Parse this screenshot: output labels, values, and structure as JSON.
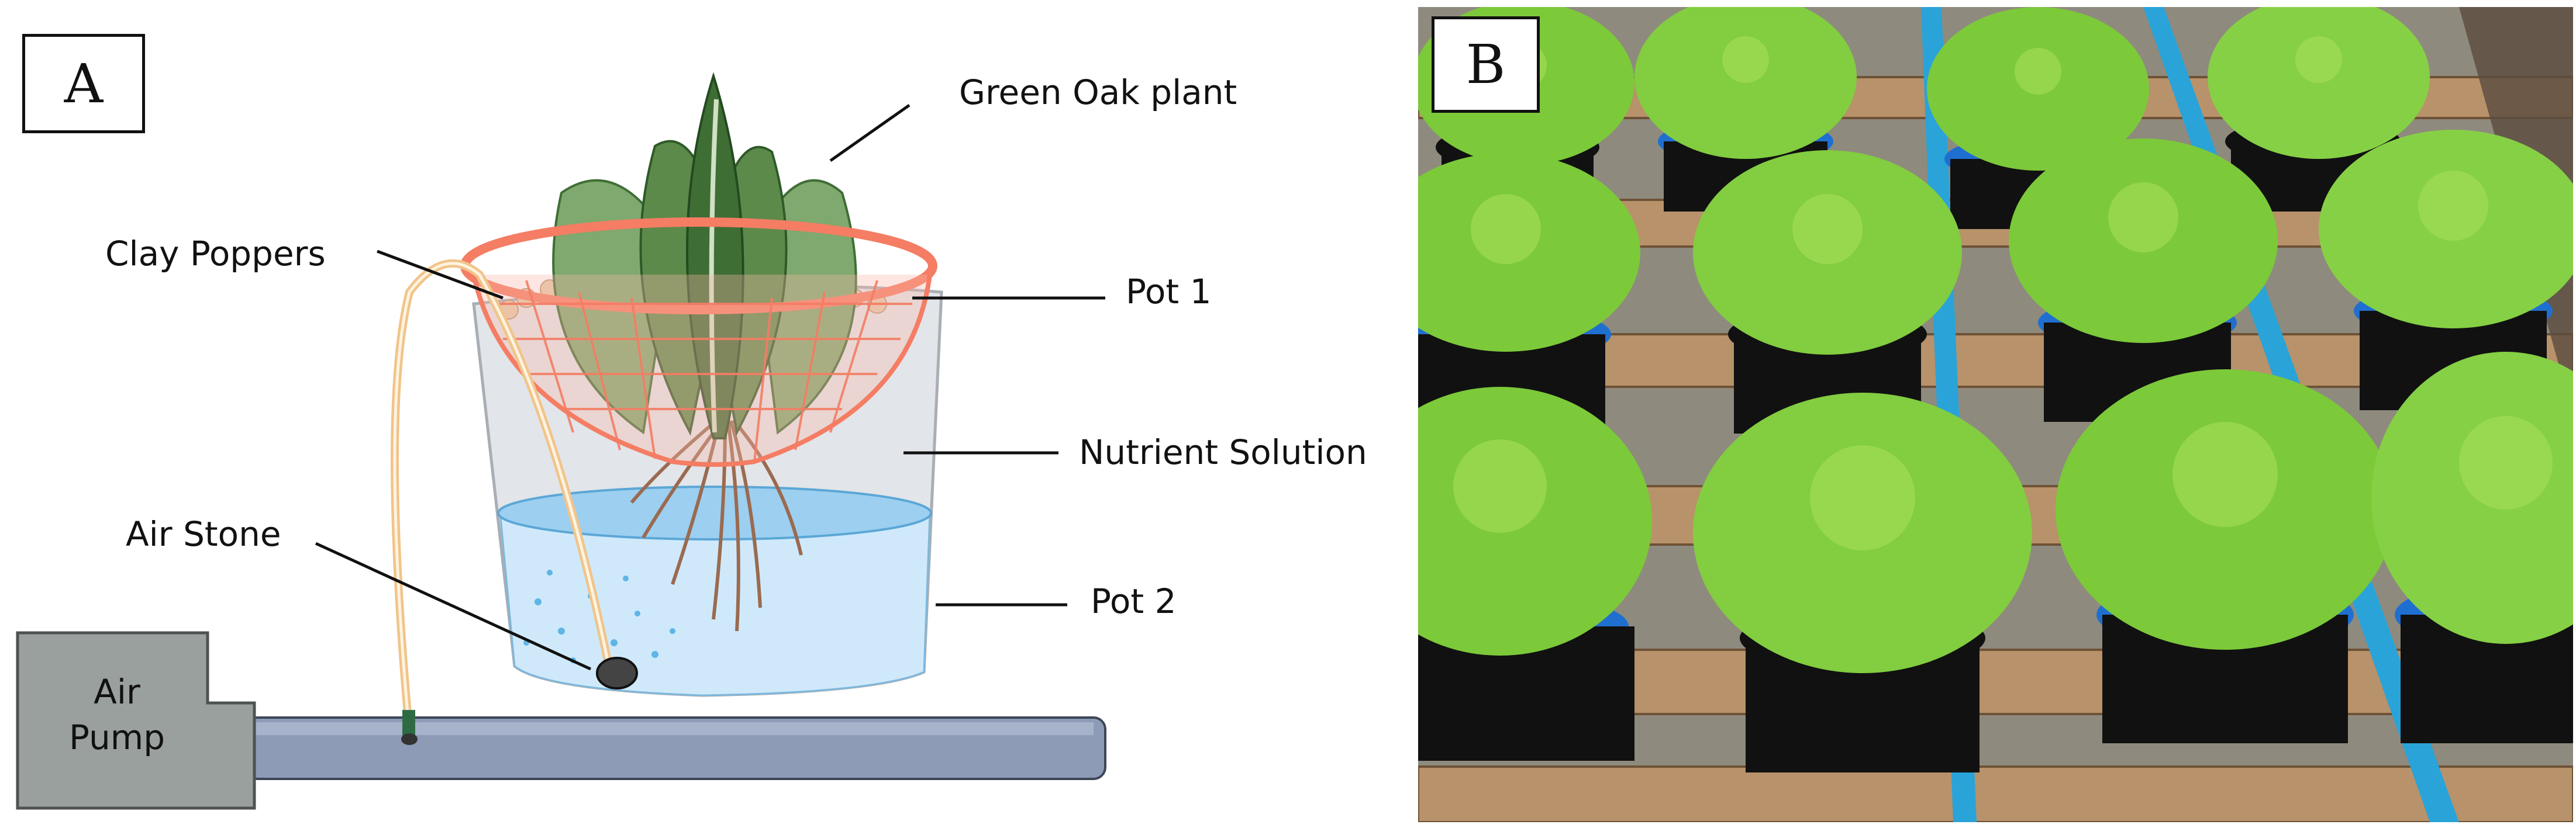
{
  "panels": {
    "a": {
      "letter": "A"
    },
    "b": {
      "letter": "B"
    }
  },
  "labels": {
    "green_oak_plant": "Green Oak plant",
    "clay_poppers": "Clay Poppers",
    "pot_1": "Pot 1",
    "nutrient_solution": "Nutrient Solution",
    "air_stone": "Air Stone",
    "pot_2": "Pot 2",
    "air_pump_line1": "Air",
    "air_pump_line2": "Pump"
  },
  "colors": {
    "basket": "#f47d64",
    "pot": "#d9dde3",
    "water": "#cfe9fb",
    "pipe": "#8e9bb7",
    "pump": "#9aa09d",
    "tube": "#f0c48a",
    "leaf_dark": "#3f6e35",
    "leaf_light": "#8cb37a",
    "root": "#9a6a50",
    "lettuce": "#7cc93a",
    "blue_pipe": "#2aa3d8",
    "pallet": "#b8926a"
  }
}
